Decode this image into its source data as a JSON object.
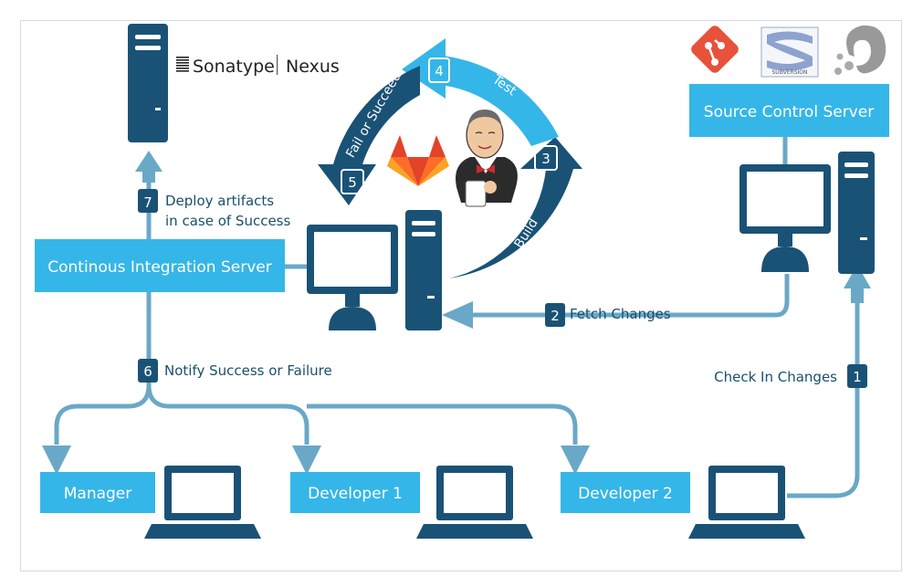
{
  "brand": {
    "sonatype": "Sonatype",
    "nexus": "Nexus",
    "subversion": "SUBVERSION"
  },
  "boxes": {
    "ci_server": "Continous Integration Server",
    "source_control": "Source Control Server",
    "manager": "Manager",
    "developer1": "Developer 1",
    "developer2": "Developer 2"
  },
  "steps": [
    {
      "num": "1",
      "text": "Check In Changes"
    },
    {
      "num": "2",
      "text": "Fetch Changes"
    },
    {
      "num": "3",
      "text": "Build"
    },
    {
      "num": "4",
      "text": "Test"
    },
    {
      "num": "5",
      "text": "Fail or Succeed"
    },
    {
      "num": "6",
      "text": "Notify Success or Failure"
    },
    {
      "num": "7",
      "text": "Deploy artifacts",
      "text2": "in case of Success"
    }
  ],
  "colors": {
    "dark": "#1a5276",
    "light": "#35b6e8",
    "line": "#6aa8c7"
  }
}
